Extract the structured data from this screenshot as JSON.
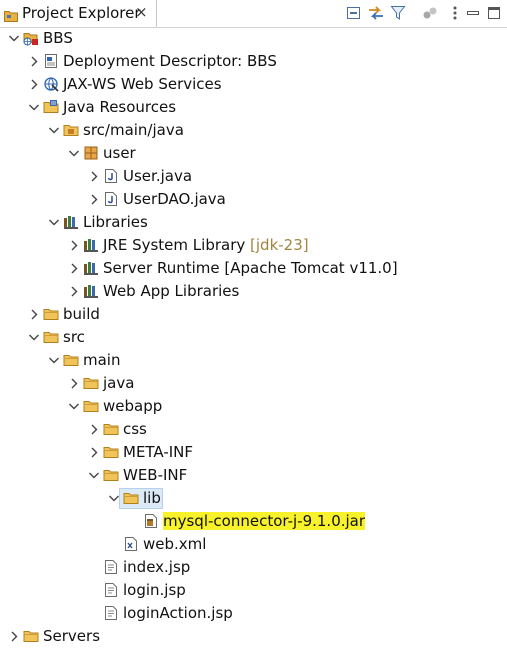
{
  "tab": {
    "title": "Project Explorer",
    "close_glyph": "×"
  },
  "toolbar": {
    "collapse_icon": "collapse-all-icon",
    "link_icon": "link-with-editor-icon",
    "filter_icon": "filter-icon",
    "extra_icon": "focus-icon",
    "menu_icon": "view-menu-icon",
    "minimize_icon": "minimize-icon",
    "maximize_icon": "maximize-icon"
  },
  "tree": [
    {
      "label": "BBS",
      "icon": "web-project-icon",
      "expanded": true,
      "depth": 0
    },
    {
      "label": "Deployment Descriptor: BBS",
      "icon": "deployment-descriptor-icon",
      "expanded": false,
      "depth": 1
    },
    {
      "label": "JAX-WS Web Services",
      "icon": "web-services-icon",
      "expanded": false,
      "depth": 1
    },
    {
      "label": "Java Resources",
      "icon": "java-resources-icon",
      "expanded": true,
      "depth": 1
    },
    {
      "label": "src/main/java",
      "icon": "source-folder-icon",
      "expanded": true,
      "depth": 2
    },
    {
      "label": "user",
      "icon": "package-icon",
      "expanded": true,
      "depth": 3
    },
    {
      "label": "User.java",
      "icon": "java-file-icon",
      "expanded": false,
      "depth": 4
    },
    {
      "label": "UserDAO.java",
      "icon": "java-file-icon",
      "expanded": false,
      "depth": 4
    },
    {
      "label": "Libraries",
      "icon": "libraries-icon",
      "expanded": true,
      "depth": 2
    },
    {
      "label": "JRE System Library",
      "decoration": "[jdk-23]",
      "icon": "library-icon",
      "expanded": false,
      "depth": 3
    },
    {
      "label": "Server Runtime [Apache Tomcat v11.0]",
      "icon": "library-icon",
      "expanded": false,
      "depth": 3
    },
    {
      "label": "Web App Libraries",
      "icon": "library-icon",
      "expanded": false,
      "depth": 3
    },
    {
      "label": "build",
      "icon": "folder-icon",
      "expanded": false,
      "depth": 1
    },
    {
      "label": "src",
      "icon": "folder-icon",
      "expanded": true,
      "depth": 1
    },
    {
      "label": "main",
      "icon": "folder-icon",
      "expanded": true,
      "depth": 2
    },
    {
      "label": "java",
      "icon": "folder-icon",
      "expanded": false,
      "depth": 3
    },
    {
      "label": "webapp",
      "icon": "folder-icon",
      "expanded": true,
      "depth": 3
    },
    {
      "label": "css",
      "icon": "folder-icon",
      "expanded": false,
      "depth": 4
    },
    {
      "label": "META-INF",
      "icon": "folder-icon",
      "expanded": false,
      "depth": 4
    },
    {
      "label": "WEB-INF",
      "icon": "folder-icon",
      "expanded": true,
      "depth": 4
    },
    {
      "label": "lib",
      "icon": "folder-icon",
      "expanded": true,
      "depth": 5,
      "selected": true
    },
    {
      "label": "mysql-connector-j-9.1.0.jar",
      "icon": "jar-file-icon",
      "depth": 6,
      "highlighted": true
    },
    {
      "label": "web.xml",
      "icon": "xml-file-icon",
      "depth": 5
    },
    {
      "label": "index.jsp",
      "icon": "jsp-file-icon",
      "depth": 4
    },
    {
      "label": "login.jsp",
      "icon": "jsp-file-icon",
      "depth": 4
    },
    {
      "label": "loginAction.jsp",
      "icon": "jsp-file-icon",
      "depth": 4
    },
    {
      "label": "Servers",
      "icon": "folder-icon",
      "expanded": false,
      "depth": 0
    }
  ],
  "colors": {
    "selection": "#dce9f7",
    "highlight": "#f8f22a",
    "decoration": "#a3843e",
    "folder": "#e9b23e"
  }
}
